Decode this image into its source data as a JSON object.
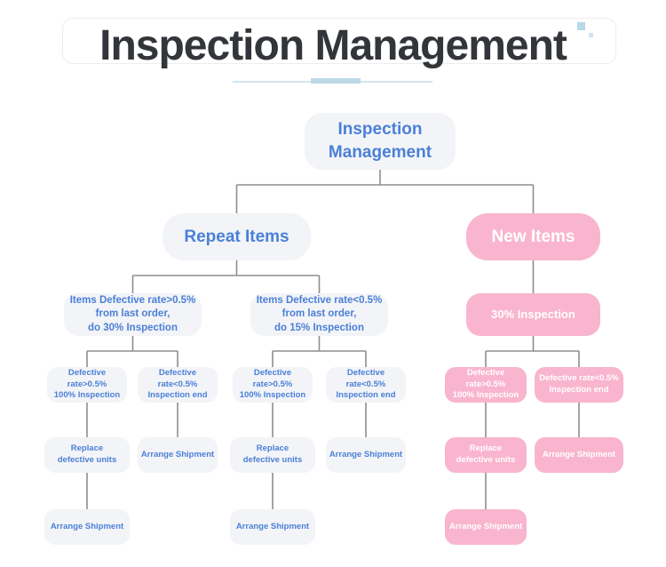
{
  "header": {
    "title": "Inspection Management"
  },
  "flowchart": {
    "root": "Inspection\nManagement",
    "repeat_items": "Repeat Items",
    "new_items": "New Items",
    "repeat_high": "Items Defective rate>0.5%\nfrom last order,\ndo 30% Inspection",
    "repeat_low": "Items Defective rate<0.5%\nfrom last order,\ndo 15% Inspection",
    "new_inspection": "30% Inspection",
    "defective_high": "Defective rate>0.5%\n100% Inspection",
    "defective_low": "Defective rate<0.5%\nInspection end",
    "replace_units": "Replace\ndefective units",
    "arrange_shipment": "Arrange Shipment"
  },
  "colors": {
    "blue_text": "#4a80d8",
    "gray_node": "#f3f4f7",
    "pink_node": "#f9b5ce",
    "connector": "#8e8e8e",
    "underline_accent": "#bdd9e8",
    "title_text": "#32353a"
  }
}
